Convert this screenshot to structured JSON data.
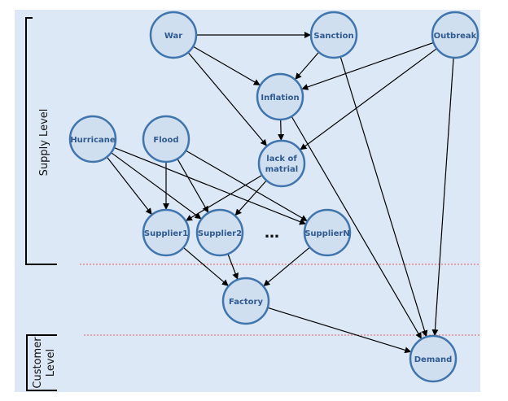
{
  "levels": {
    "supply": "Supply Level",
    "customer_line1": "Customer",
    "customer_line2": "Level"
  },
  "nodes": {
    "war": "War",
    "sanction": "Sanction",
    "outbreak": "Outbreak",
    "inflation": "Inflation",
    "hurricane": "Hurricane",
    "flood": "Flood",
    "lack_line1": "lack of",
    "lack_line2": "matrial",
    "supplier1": "Supplier1",
    "supplier2": "Supplier2",
    "suppliern": "SupplierN",
    "ellipsis": "…",
    "factory": "Factory",
    "demand": "Demand"
  },
  "colors": {
    "panel_bg": "#dce8f5",
    "node_fill": "#d0dff0",
    "node_stroke": "#3f74ac",
    "node_text": "#2e5a8f",
    "divider": "#e06060",
    "edge": "#000000"
  }
}
